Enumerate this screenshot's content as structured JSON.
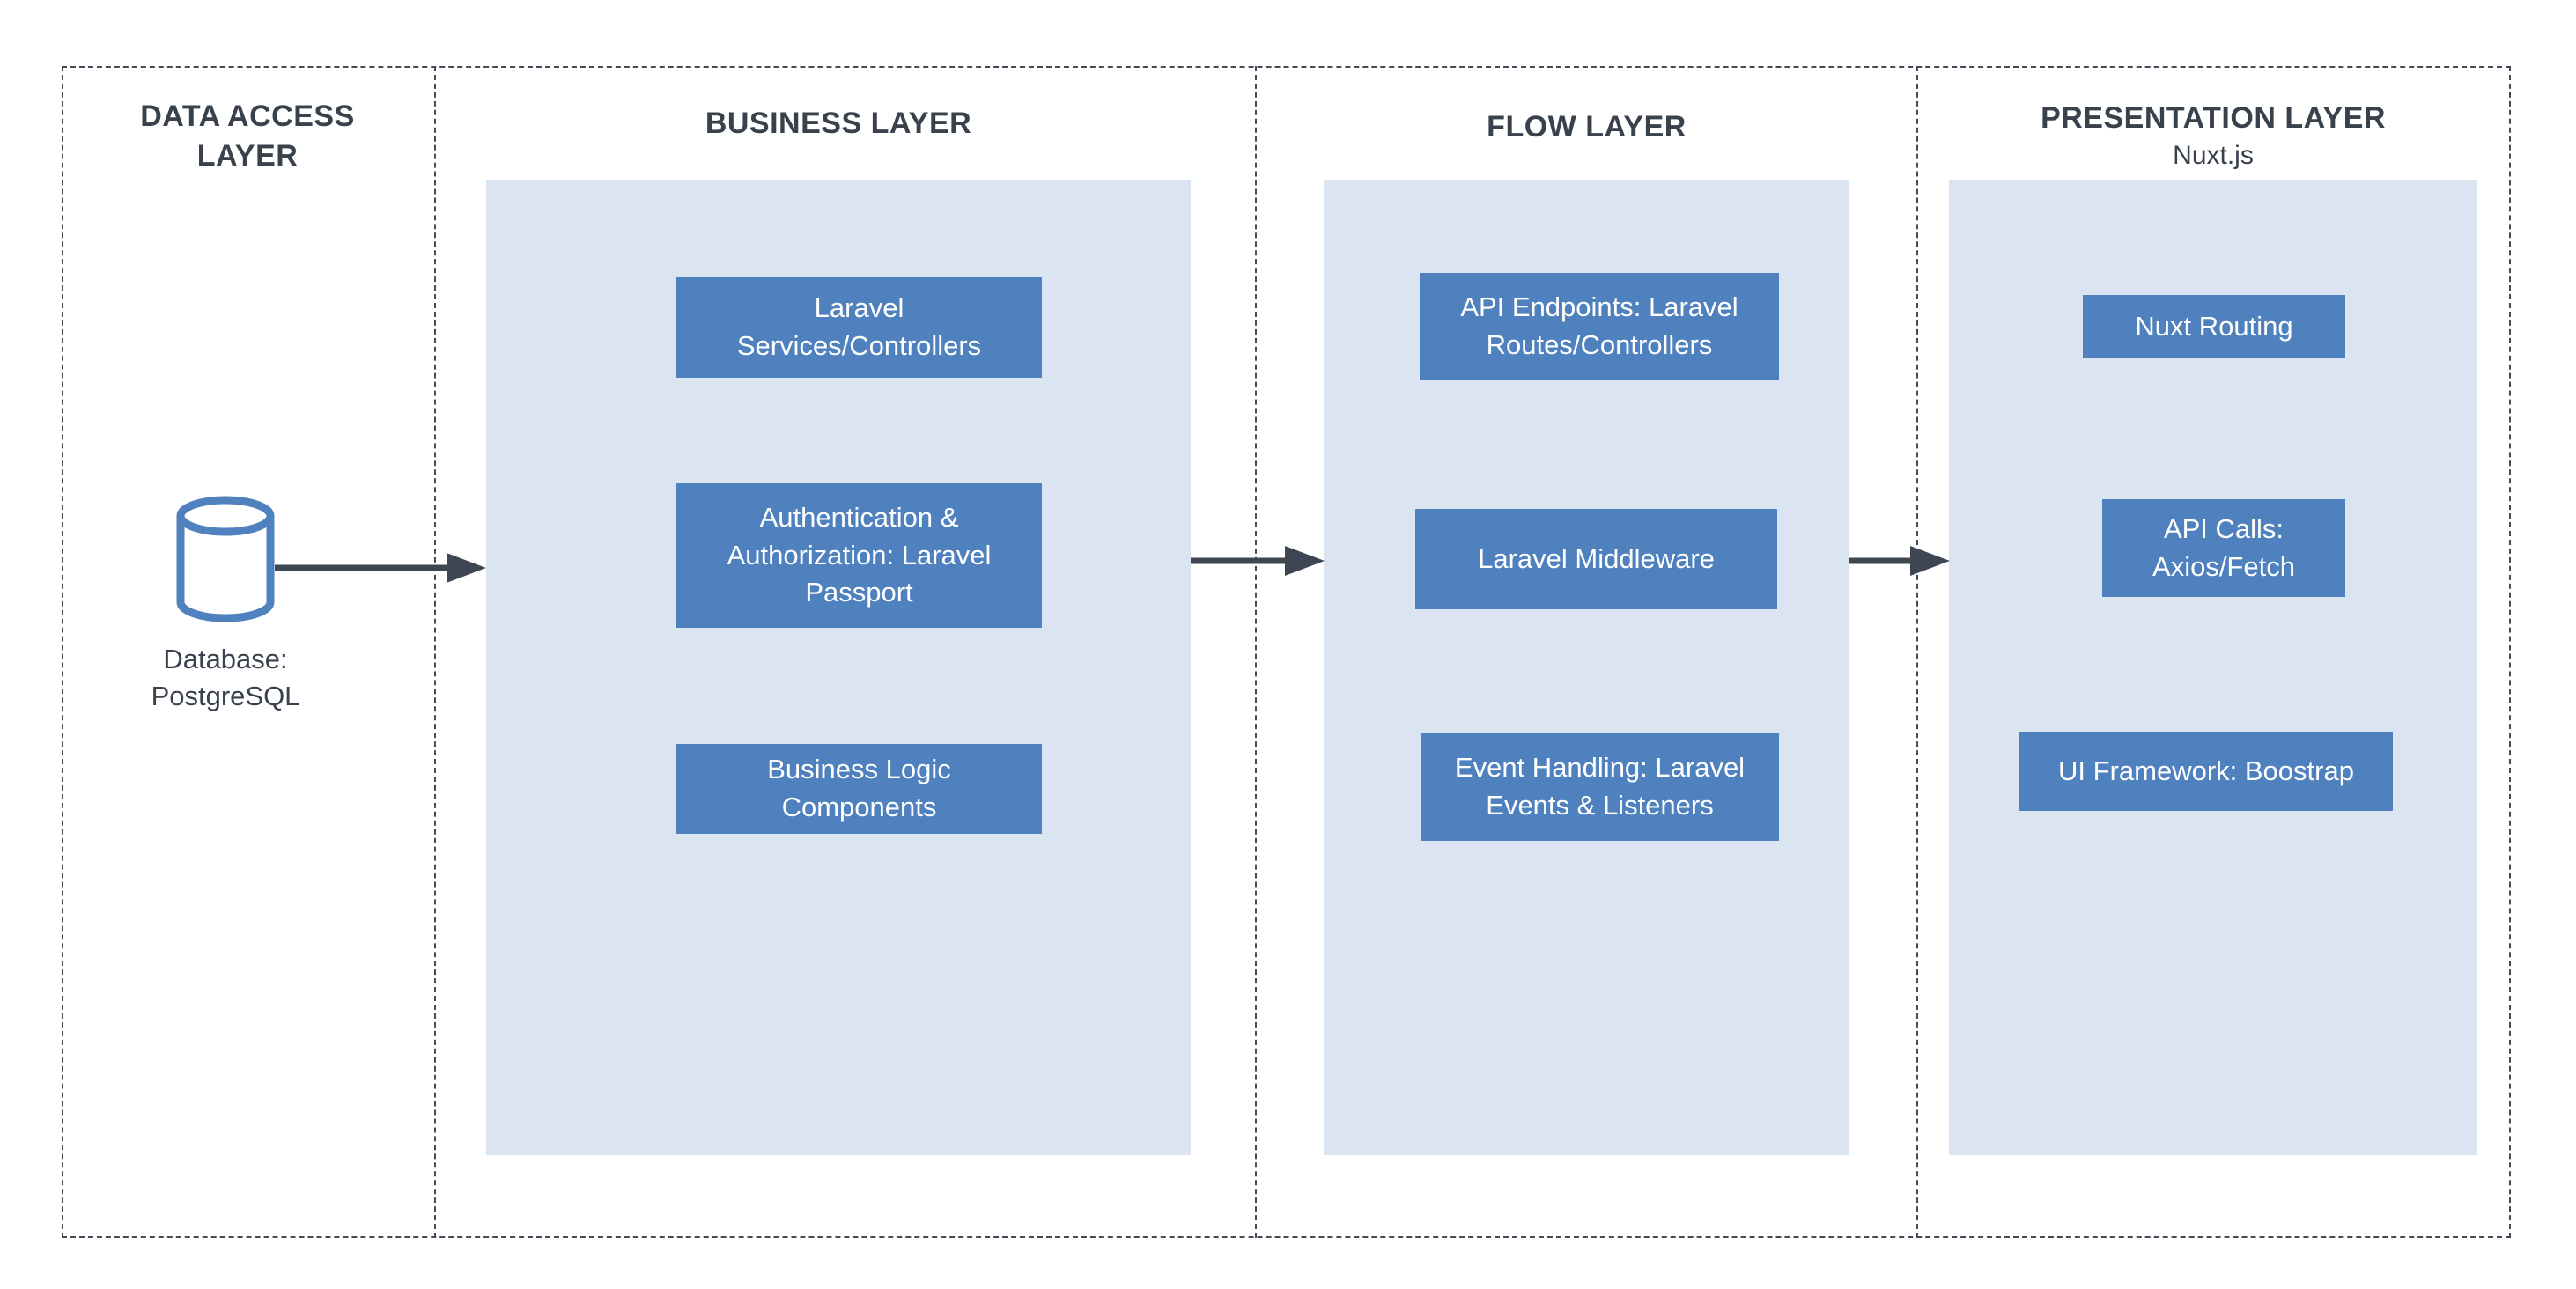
{
  "colors": {
    "background": "#ffffff",
    "box_fill": "#4e81bd",
    "container_fill": "#dbe4f1",
    "heading_text": "#39414d",
    "box_text": "#ffffff",
    "arrow": "#3e4653",
    "border_color": "#444b57",
    "database_stroke": "#4e81bd"
  },
  "sections": [
    {
      "id": "data-access-layer",
      "title": "DATA ACCESS LAYER",
      "database": {
        "icon": "database-cylinder-icon",
        "label": "Database: PostgreSQL"
      }
    },
    {
      "id": "business-layer",
      "title": "BUSINESS LAYER",
      "boxes": [
        "Laravel Services/Controllers",
        "Authentication & Authorization: Laravel Passport",
        "Business Logic Components"
      ]
    },
    {
      "id": "flow-layer",
      "title": "FLOW LAYER",
      "boxes": [
        "API Endpoints: Laravel Routes/Controllers",
        "Laravel Middleware",
        "Event Handling: Laravel Events & Listeners"
      ]
    },
    {
      "id": "presentation-layer",
      "title": "PRESENTATION LAYER",
      "subtitle": "Nuxt.js",
      "boxes": [
        "Nuxt Routing",
        "API Calls: Axios/Fetch",
        "UI Framework: Boostrap"
      ]
    }
  ]
}
